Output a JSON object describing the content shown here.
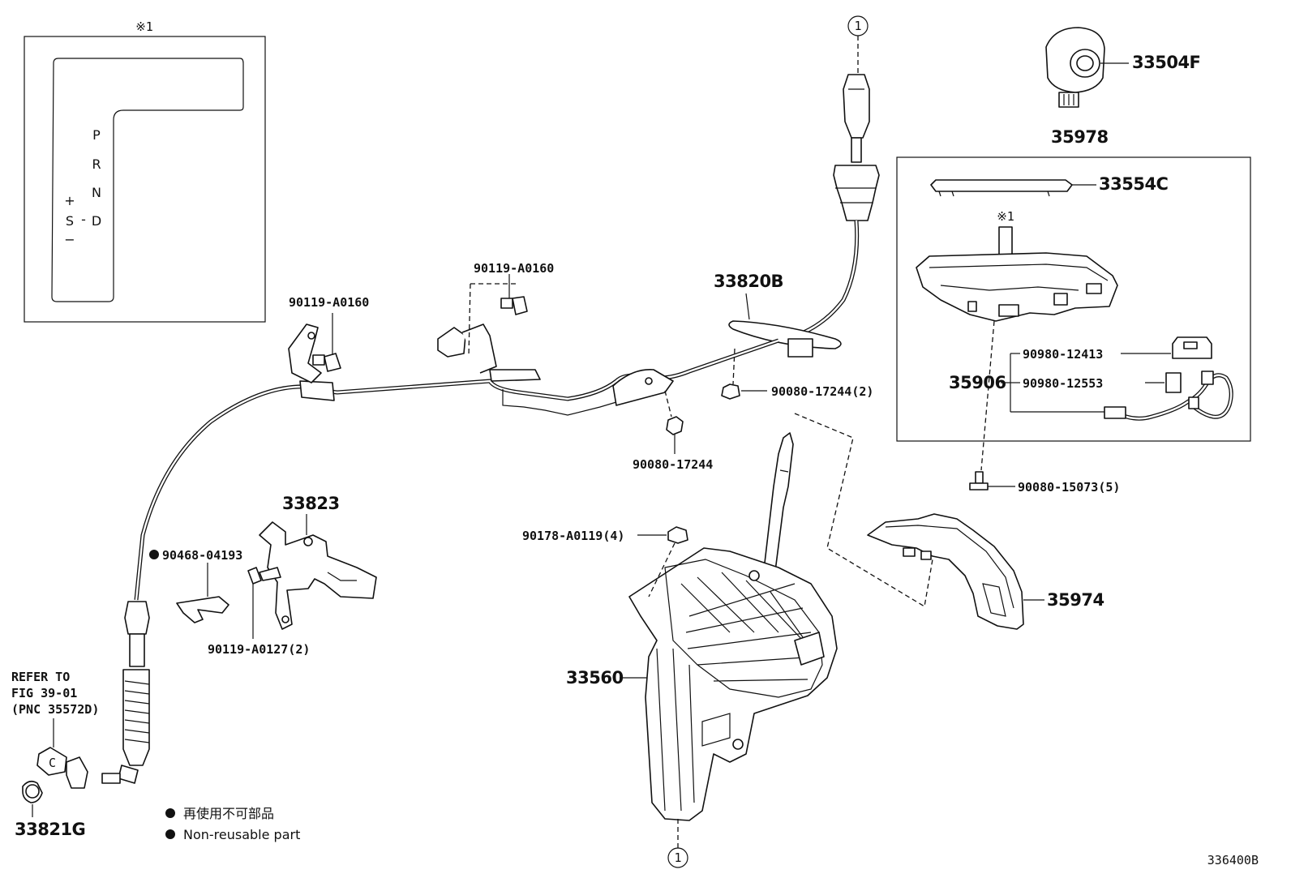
{
  "labels": {
    "note_mark_top": "※1",
    "note_mark_inner": "※1",
    "gate_P": "P",
    "gate_R": "R",
    "gate_N": "N",
    "gate_D": "D",
    "gate_plus": "+",
    "gate_S": "S",
    "gate_dash1": "-",
    "gate_minus": "−",
    "p33504F": "33504F",
    "p35978": "35978",
    "p33554C": "33554C",
    "p33820B": "33820B",
    "p90119_A0160_a": "90119-A0160",
    "p90119_A0160_b": "90119-A0160",
    "p90080_17244_2": "90080-17244(2)",
    "p90080_17244": "90080-17244",
    "p90980_12413": "90980-12413",
    "p35906": "35906",
    "p90980_12553": "90980-12553",
    "p90080_15073_5": "90080-15073(5)",
    "p33823": "33823",
    "p90468_04193": "90468-04193",
    "p90119_A0127_2": "90119-A0127(2)",
    "p90178_A0119_4": "90178-A0119(4)",
    "p35974": "35974",
    "p33560": "33560",
    "p33821G": "33821G",
    "refer_line1": "REFER TO",
    "refer_line2": "FIG 39-01",
    "refer_line3": "(PNC 35572D)",
    "circle_ref_top": "1",
    "circle_ref_bottom": "1",
    "legend_jp": "再使用不可部品",
    "legend_en": "Non-reusable part",
    "diagram_id": "336400B"
  }
}
